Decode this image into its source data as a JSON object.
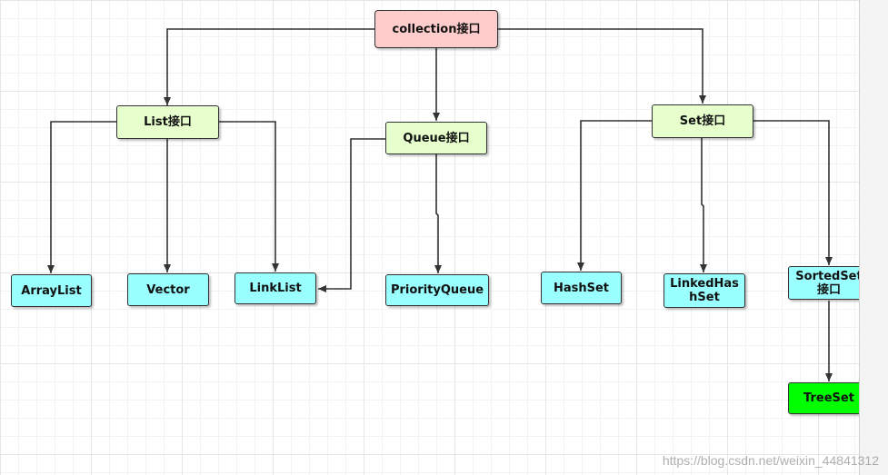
{
  "colors": {
    "root": "#ffcccc",
    "interface": "#e6ffcc",
    "impl": "#99ffff",
    "treeset": "#00ff00"
  },
  "nodes": {
    "collection": "collection接口",
    "list": "List接口",
    "queue": "Queue接口",
    "set": "Set接口",
    "arraylist": "ArrayList",
    "vector": "Vector",
    "linklist": "LinkList",
    "priorityqueue": "PriorityQueue",
    "hashset": "HashSet",
    "linkedhashset": "LinkedHashSet",
    "sortedset": "SortedSet接口",
    "treeset": "TreeSet"
  },
  "watermark": "https://blog.csdn.net/weixin_44841312"
}
